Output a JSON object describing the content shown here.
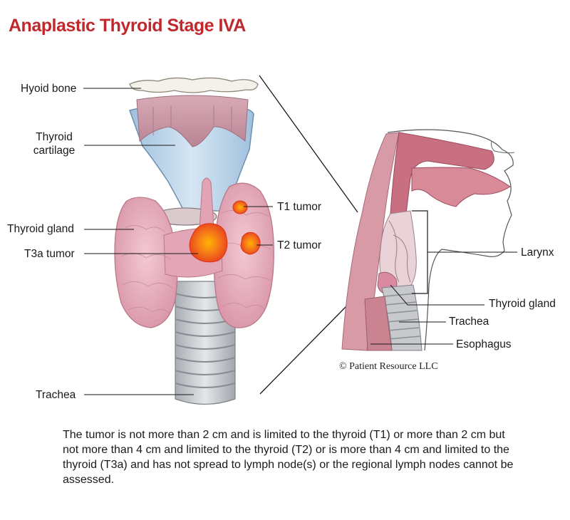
{
  "title": "Anaplastic Thyroid Stage IVA",
  "labels": {
    "hyoid_bone": "Hyoid bone",
    "thyroid_cartilage_1": "Thyroid",
    "thyroid_cartilage_2": "cartilage",
    "thyroid_gland_left": "Thyroid gland",
    "t3a_tumor": "T3a tumor",
    "t1_tumor": "T1 tumor",
    "t2_tumor": "T2 tumor",
    "trachea_left": "Trachea",
    "larynx": "Larynx",
    "thyroid_gland_right": "Thyroid gland",
    "trachea_right": "Trachea",
    "esophagus": "Esophagus"
  },
  "copyright": "© Patient Resource LLC",
  "caption": "The tumor is not more than 2 cm and is limited to the thyroid (T1) or more than 2 cm but not more than 4 cm and limited to the thyroid (T2) or is more than 4 cm and limited to the thyroid (T3a) and has not spread to lymph node(s) or the regional lymph nodes cannot be assessed.",
  "colors": {
    "title": "#c0282d",
    "cartilage": "#b9d3e8",
    "gland": "#e9b3c0",
    "tumor": "#f26b1d",
    "trachea": "#cfd2d6"
  }
}
